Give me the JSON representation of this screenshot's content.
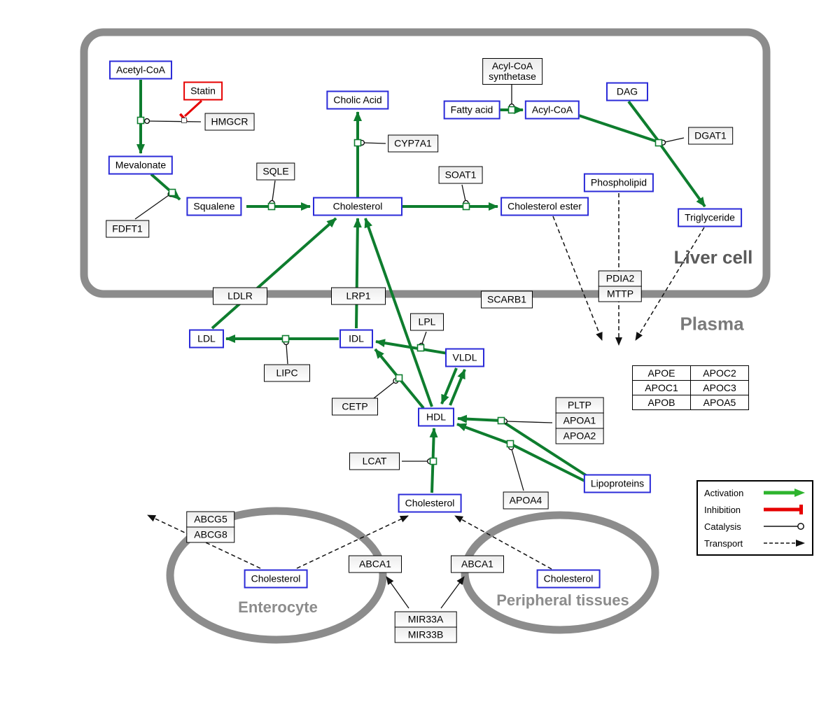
{
  "compartments": {
    "liver": "Liver cell",
    "plasma": "Plasma",
    "enterocyte": "Enterocyte",
    "peripheral": "Peripheral tissues"
  },
  "metabolites": {
    "acetyl_coa": "Acetyl-CoA",
    "mevalonate": "Mevalonate",
    "squalene": "Squalene",
    "cholesterol_liver": "Cholesterol",
    "cholic_acid": "Cholic Acid",
    "fatty_acid": "Fatty acid",
    "acyl_coa": "Acyl-CoA",
    "dag": "DAG",
    "phospholipid": "Phospholipid",
    "triglyceride": "Triglyceride",
    "cholesterol_ester": "Cholesterol ester",
    "ldl": "LDL",
    "idl": "IDL",
    "vldl": "VLDL",
    "hdl": "HDL",
    "cholesterol_plasma": "Cholesterol",
    "lipoproteins": "Lipoproteins",
    "cholesterol_enterocyte": "Cholesterol",
    "cholesterol_peripheral": "Cholesterol"
  },
  "drug": {
    "statin": "Statin"
  },
  "enzymes": {
    "hmgcr": "HMGCR",
    "sqle": "SQLE",
    "fdft1": "FDFT1",
    "cyp7a1": "CYP7A1",
    "soat1": "SOAT1",
    "acyl_coa_synthetase_line1": "Acyl-CoA",
    "acyl_coa_synthetase_line2": "synthetase",
    "dgat1": "DGAT1",
    "pdia2": "PDIA2",
    "mttp": "MTTP",
    "ldlr": "LDLR",
    "lrp1": "LRP1",
    "scarb1": "SCARB1",
    "lpl": "LPL",
    "lipc": "LIPC",
    "cetp": "CETP",
    "lcat": "LCAT",
    "pltp": "PLTP",
    "apoa1": "APOA1",
    "apoa2": "APOA2",
    "apoa4": "APOA4",
    "apoe": "APOE",
    "apoc2": "APOC2",
    "apoc1": "APOC1",
    "apoc3": "APOC3",
    "apob": "APOB",
    "apoa5": "APOA5",
    "abcg5": "ABCG5",
    "abcg8": "ABCG8",
    "abca1_enterocyte": "ABCA1",
    "abca1_peripheral": "ABCA1",
    "mir33a": "MIR33A",
    "mir33b": "MIR33B"
  },
  "legend": {
    "activation": "Activation",
    "inhibition": "Inhibition",
    "catalysis": "Catalysis",
    "transport": "Transport"
  },
  "colors": {
    "metabolite_border": "#2b2bd8",
    "activation_green": "#0e7d2e",
    "inhibition_red": "#e60000",
    "membrane_gray": "#8c8c8c"
  },
  "edges": [
    {
      "type": "activation",
      "from": "acetyl_coa",
      "to": "mevalonate",
      "catalyst": "hmgcr",
      "inhibitor": "statin"
    },
    {
      "type": "activation",
      "from": "mevalonate",
      "to": "squalene",
      "catalyst": "fdft1"
    },
    {
      "type": "activation",
      "from": "squalene",
      "to": "cholesterol_liver",
      "catalyst": "sqle"
    },
    {
      "type": "activation",
      "from": "cholesterol_liver",
      "to": "cholic_acid",
      "catalyst": "cyp7a1"
    },
    {
      "type": "activation",
      "from": "cholesterol_liver",
      "to": "cholesterol_ester",
      "catalyst": "soat1"
    },
    {
      "type": "activation",
      "from": "fatty_acid",
      "to": "acyl_coa",
      "catalyst": "acyl_coa_synthetase"
    },
    {
      "type": "activation",
      "from": "acyl_coa+dag",
      "to": "triglyceride",
      "catalyst": "dgat1"
    },
    {
      "type": "activation",
      "from": "idl",
      "to": "ldl",
      "catalyst": "lipc"
    },
    {
      "type": "activation",
      "from": "vldl",
      "to": "idl",
      "catalyst": "lpl"
    },
    {
      "type": "activation",
      "from": "ldl",
      "to": "cholesterol_liver",
      "via": "ldlr"
    },
    {
      "type": "activation",
      "from": "idl",
      "to": "cholesterol_liver",
      "via": "lrp1"
    },
    {
      "type": "activation",
      "from": "hdl",
      "to": "cholesterol_liver"
    },
    {
      "type": "activation",
      "from": "hdl",
      "to": "idl",
      "catalyst": "cetp"
    },
    {
      "type": "activation",
      "from": "vldl",
      "to": "hdl"
    },
    {
      "type": "activation",
      "from": "hdl",
      "to": "vldl"
    },
    {
      "type": "activation",
      "from": "lipoproteins",
      "to": "hdl",
      "catalyst": "pltp/apoa1/apoa2"
    },
    {
      "type": "activation",
      "from": "lipoproteins",
      "to": "hdl",
      "catalyst": "apoa4"
    },
    {
      "type": "activation",
      "from": "cholesterol_plasma",
      "to": "hdl",
      "catalyst": "lcat"
    },
    {
      "type": "transport",
      "from": "cholesterol_ester",
      "to": "plasma"
    },
    {
      "type": "transport",
      "from": "phospholipid",
      "to": "plasma",
      "via": "pdia2/mttp"
    },
    {
      "type": "transport",
      "from": "triglyceride",
      "to": "plasma"
    },
    {
      "type": "transport",
      "from": "cholesterol_enterocyte",
      "to": "lumen",
      "via": "abcg5/abcg8"
    },
    {
      "type": "transport",
      "from": "cholesterol_enterocyte",
      "to": "cholesterol_plasma",
      "via": "abca1"
    },
    {
      "type": "transport",
      "from": "cholesterol_peripheral",
      "to": "cholesterol_plasma",
      "via": "abca1"
    },
    {
      "type": "regulation",
      "from": "mir33a/mir33b",
      "to": "abca1_enterocyte"
    },
    {
      "type": "regulation",
      "from": "mir33a/mir33b",
      "to": "abca1_peripheral"
    }
  ]
}
